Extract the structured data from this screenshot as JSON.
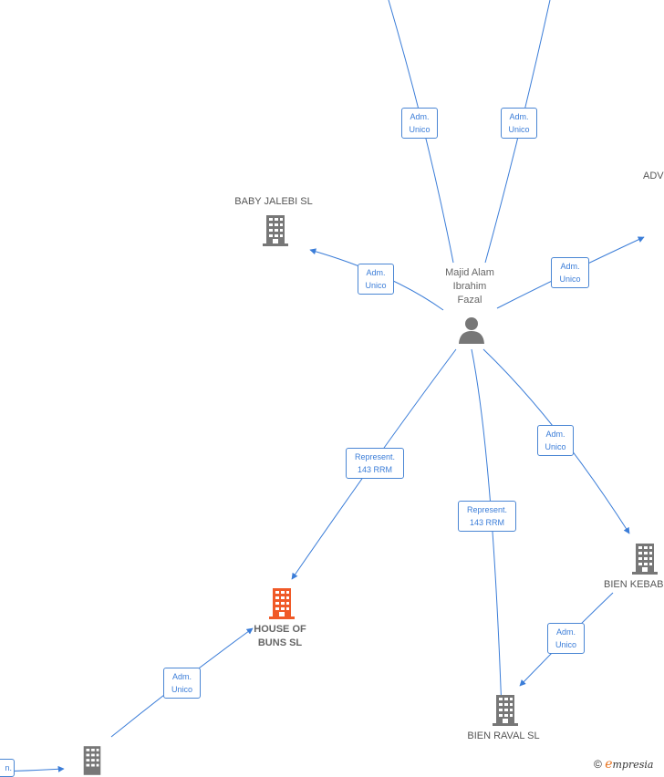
{
  "person": {
    "name_lines": [
      "Majid Alam",
      "Ibrahim",
      "Fazal"
    ],
    "icon": "person-icon"
  },
  "companies": {
    "baby_jalebi": {
      "name": "BABY JALEBI  SL",
      "icon": "building-icon"
    },
    "house_of_buns": {
      "name_lines": [
        "HOUSE OF",
        "BUNS  SL"
      ],
      "icon": "building-icon",
      "color": "#f05a28"
    },
    "bien_raval": {
      "name": "BIEN RAVAL  SL",
      "icon": "building-icon"
    },
    "bien_kebab": {
      "name": "BIEN KEBAB",
      "icon": "building-icon"
    },
    "adv": {
      "name": "ADV"
    }
  },
  "edges": {
    "top_left": {
      "line1": "Adm.",
      "line2": "Unico"
    },
    "top_right": {
      "line1": "Adm.",
      "line2": "Unico"
    },
    "baby_jalebi": {
      "line1": "Adm.",
      "line2": "Unico"
    },
    "adv": {
      "line1": "Adm.",
      "line2": "Unico"
    },
    "house_of_buns_rep": {
      "line1": "Represent.",
      "line2": "143 RRM"
    },
    "bien_raval_rep": {
      "line1": "Represent.",
      "line2": "143 RRM"
    },
    "bien_kebab": {
      "line1": "Adm.",
      "line2": "Unico"
    },
    "kebab_to_raval": {
      "line1": "Adm.",
      "line2": "Unico"
    },
    "bottom_to_buns": {
      "line1": "Adm.",
      "line2": "Unico"
    },
    "bottom_left_partial": {
      "line1": "n."
    }
  },
  "colors": {
    "edge": "#3b7dd8",
    "node": "#777777",
    "highlight": "#f05a28"
  },
  "footer": {
    "copyright": "©",
    "brand_initial": "e",
    "brand_rest": "mpresia"
  }
}
